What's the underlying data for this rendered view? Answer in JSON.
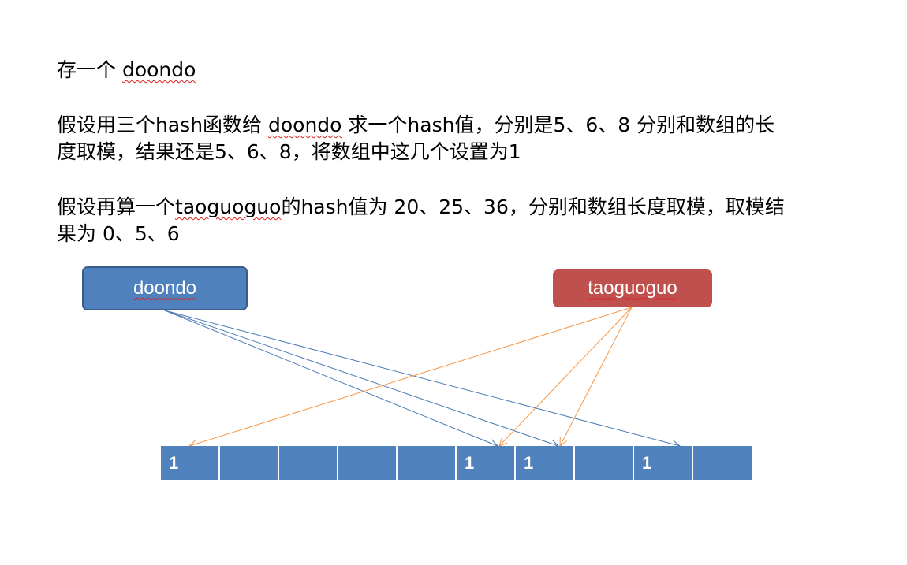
{
  "text": {
    "line1": {
      "before": "存一个 ",
      "word": "doondo",
      "after": ""
    },
    "para2_line1": {
      "a": "假设用三个hash函数给 ",
      "word": "doondo",
      "b": " 求一个hash值，分别是5、6、8 分别和数组的长"
    },
    "para2_line2": "度取模，结果还是5、6、8，将数组中这几个设置为1",
    "para3_line1": {
      "a": "假设再算一个",
      "word": "taoguoguo",
      "b": "的hash值为 20、25、36，分别和数组长度取模，取模结"
    },
    "para3_line2": "果为 0、5、6"
  },
  "nodes": {
    "doondo": "doondo",
    "taoguoguo": "taoguoguo"
  },
  "colors": {
    "blue": "#4f81bd",
    "red": "#c0504d",
    "blue_arrow": "#4a7ab5",
    "orange_arrow": "#f79646"
  },
  "array": {
    "cells": [
      "1",
      "",
      "",
      "",
      "",
      "1",
      "1",
      "",
      "1",
      ""
    ]
  },
  "hash_targets": {
    "doondo": [
      5,
      6,
      8
    ],
    "taoguoguo": [
      0,
      5,
      6
    ]
  }
}
